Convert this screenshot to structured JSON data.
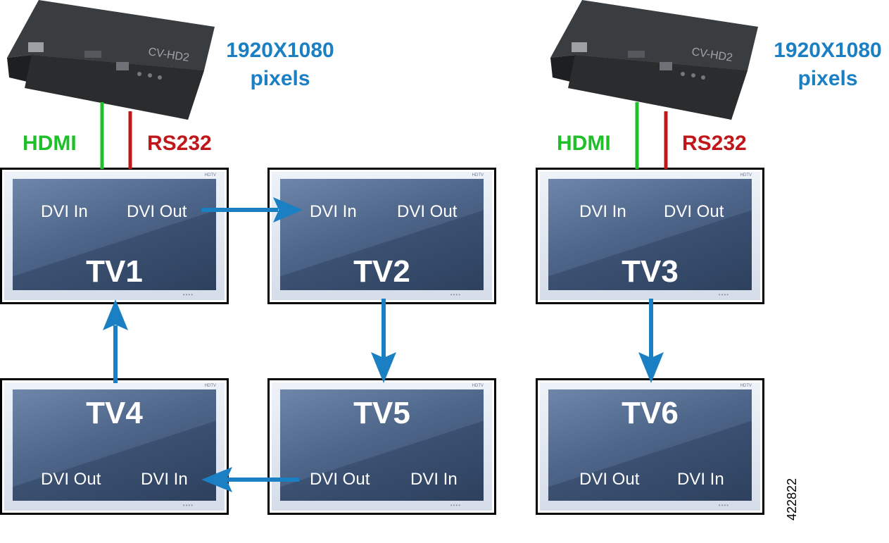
{
  "players": [
    {
      "model": "CV-HD2",
      "resolution_line1": "1920X1080",
      "resolution_line2": "pixels",
      "hdmi_label": "HDMI",
      "rs232_label": "RS232"
    },
    {
      "model": "CV-HD2",
      "resolution_line1": "1920X1080",
      "resolution_line2": "pixels",
      "hdmi_label": "HDMI",
      "rs232_label": "RS232"
    }
  ],
  "tvs": [
    {
      "name": "TV1",
      "port_left": "DVI In",
      "port_right": "DVI Out",
      "brand": "HDTV"
    },
    {
      "name": "TV2",
      "port_left": "DVI In",
      "port_right": "DVI Out",
      "brand": "HDTV"
    },
    {
      "name": "TV3",
      "port_left": "DVI In",
      "port_right": "DVI Out",
      "brand": "HDTV"
    },
    {
      "name": "TV4",
      "port_left": "DVI Out",
      "port_right": "DVI In",
      "brand": "HDTV"
    },
    {
      "name": "TV5",
      "port_left": "DVI Out",
      "port_right": "DVI In",
      "brand": "HDTV"
    },
    {
      "name": "TV6",
      "port_left": "DVI Out",
      "port_right": "DVI In",
      "brand": "HDTV"
    }
  ],
  "colors": {
    "arrow": "#1b7fc4",
    "hdmi": "#1fbf2a",
    "rs232": "#c0171b",
    "resolution": "#1b7fc4"
  },
  "connections": [
    {
      "from": "TV1 DVI Out",
      "to": "TV2 DVI In"
    },
    {
      "from": "TV2",
      "to": "TV5"
    },
    {
      "from": "TV5 DVI Out",
      "to": "TV4 DVI In"
    },
    {
      "from": "TV4",
      "to": "TV1"
    },
    {
      "from": "TV3",
      "to": "TV6"
    }
  ],
  "figure_id": "422822"
}
